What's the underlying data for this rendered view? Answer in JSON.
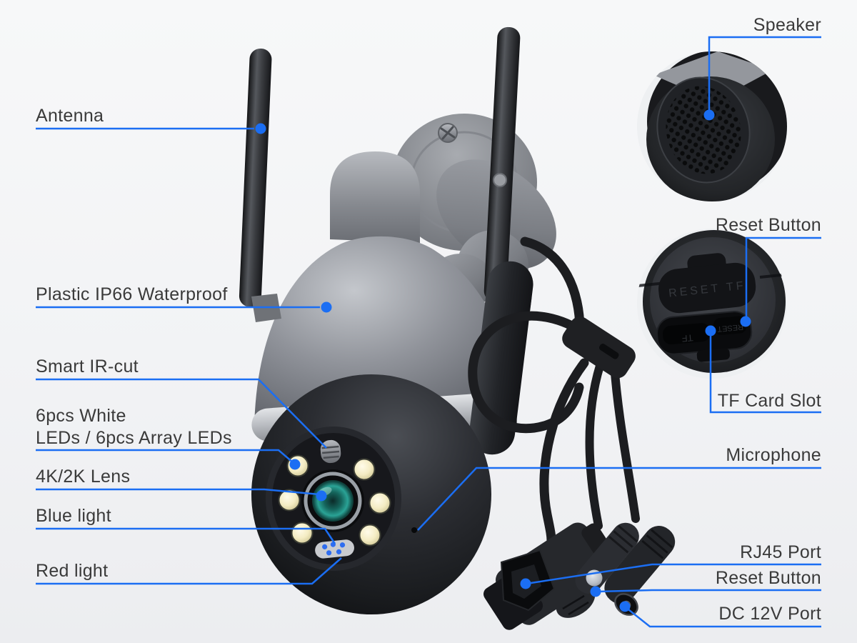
{
  "page": {
    "title": "Security camera feature diagram"
  },
  "theme": {
    "background": "#f2f3f5",
    "callout_color": "#1b6ef3",
    "label_color": "#3a3a3a"
  },
  "callouts": {
    "antenna": {
      "label": "Antenna"
    },
    "waterproof": {
      "label": "Plastic IP66 Waterproof"
    },
    "ir_cut": {
      "label": "Smart IR-cut"
    },
    "leds": {
      "label_line1": "6pcs White",
      "label_line2": "LEDs / 6pcs Array LEDs"
    },
    "lens": {
      "label": "4K/2K Lens"
    },
    "blue_light": {
      "label": "Blue light"
    },
    "red_light": {
      "label": "Red light"
    },
    "speaker": {
      "label": "Speaker"
    },
    "reset_button_top": {
      "label": "Reset Button"
    },
    "tf_card_slot": {
      "label": "TF Card Slot"
    },
    "microphone": {
      "label": "Microphone"
    },
    "rj45_port": {
      "label": "RJ45 Port"
    },
    "reset_button_cable": {
      "label": "Reset Button"
    },
    "dc_port": {
      "label": "DC 12V Port"
    }
  },
  "device_markings": {
    "flap_embossed": "RESET TF",
    "slot_left": "TF",
    "slot_right": "RESET"
  }
}
